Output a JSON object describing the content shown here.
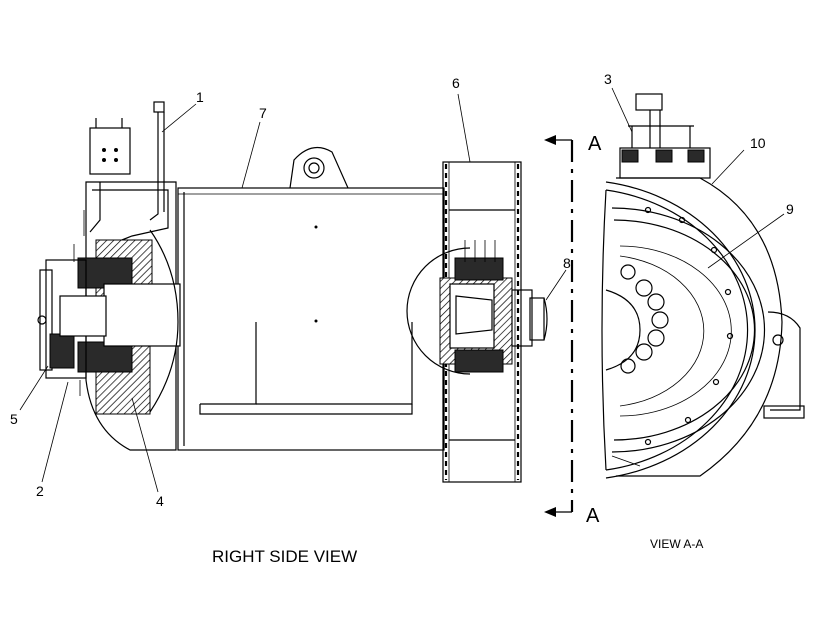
{
  "callouts": {
    "c1": "1",
    "c2": "2",
    "c3": "3",
    "c4": "4",
    "c5": "5",
    "c6": "6",
    "c7": "7",
    "c8": "8",
    "c9": "9",
    "c10": "10"
  },
  "section_marker": {
    "top": "A",
    "bottom": "A"
  },
  "titles": {
    "right_side_view": "RIGHT SIDE VIEW",
    "view_a_a": "VIEW  A-A"
  }
}
